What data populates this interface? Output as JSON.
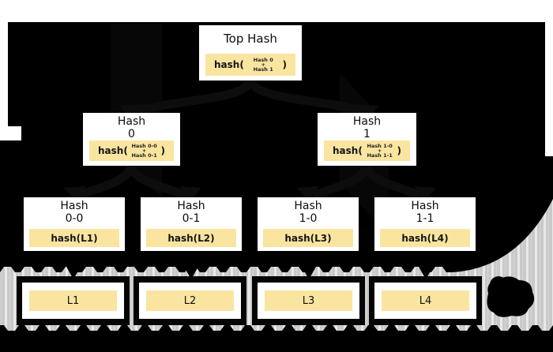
{
  "tree": {
    "root": {
      "title": "Top Hash",
      "hash_prefix": "hash(",
      "hash_args": [
        "Hash 0",
        "+",
        "Hash 1"
      ],
      "hash_suffix": ")"
    },
    "internal": [
      {
        "title": [
          "Hash",
          "0"
        ],
        "hash_prefix": "hash(",
        "hash_args": [
          "Hash 0-0",
          "+",
          "Hash 0-1"
        ],
        "hash_suffix": ")"
      },
      {
        "title": [
          "Hash",
          "1"
        ],
        "hash_prefix": "hash(",
        "hash_args": [
          "Hash 1-0",
          "+",
          "Hash 1-1"
        ],
        "hash_suffix": ")"
      }
    ],
    "leaf_hashes": [
      {
        "title": [
          "Hash",
          "0-0"
        ],
        "hash": "hash(L1)"
      },
      {
        "title": [
          "Hash",
          "0-1"
        ],
        "hash": "hash(L2)"
      },
      {
        "title": [
          "Hash",
          "1-0"
        ],
        "hash": "hash(L3)"
      },
      {
        "title": [
          "Hash",
          "1-1"
        ],
        "hash": "hash(L4)"
      }
    ],
    "data_blocks": [
      {
        "label": "L1"
      },
      {
        "label": "L2"
      },
      {
        "label": "L3"
      },
      {
        "label": "L4"
      }
    ]
  },
  "colors": {
    "background": "#000000",
    "node_background": "#ffffff",
    "hash_fill": "#fae5a0",
    "text": "#111111",
    "cloud_base": "#c9c9c9",
    "cloud_stripe": "#e9e9e9",
    "arrow": "#000000"
  }
}
